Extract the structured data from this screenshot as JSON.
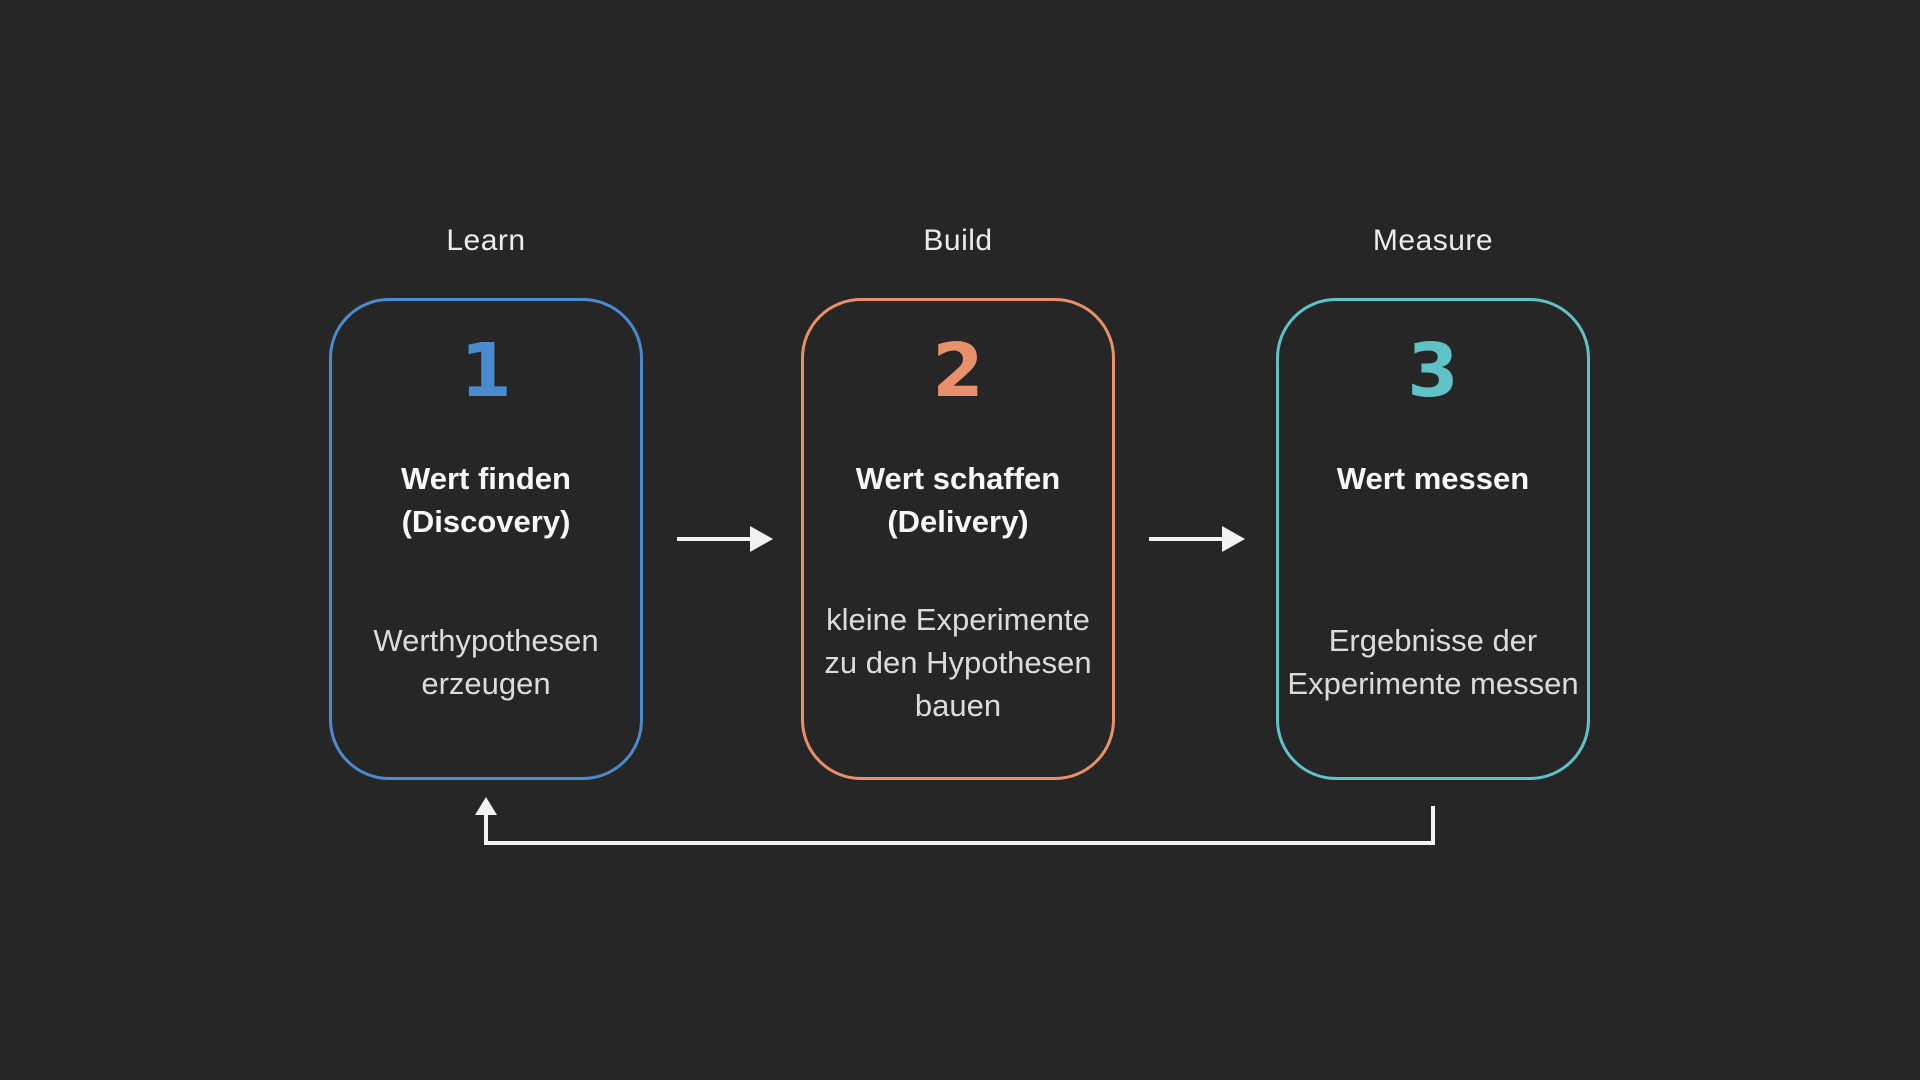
{
  "canvas": {
    "background": "#262626",
    "arrow_color": "#f2f2f2"
  },
  "steps": [
    {
      "header": "Learn",
      "number": "1",
      "accent": "#4a8bd0",
      "title": "Wert finden\n(Discovery)",
      "body": "Werthypothesen\nerzeugen"
    },
    {
      "header": "Build",
      "number": "2",
      "accent": "#e8906a",
      "title": "Wert schaffen\n(Delivery)",
      "body": "kleine Experimente\nzu den Hypothesen\nbauen"
    },
    {
      "header": "Measure",
      "number": "3",
      "accent": "#5fc2c7",
      "title": "Wert messen",
      "body": "Ergebnisse der\nExperimente messen"
    }
  ]
}
